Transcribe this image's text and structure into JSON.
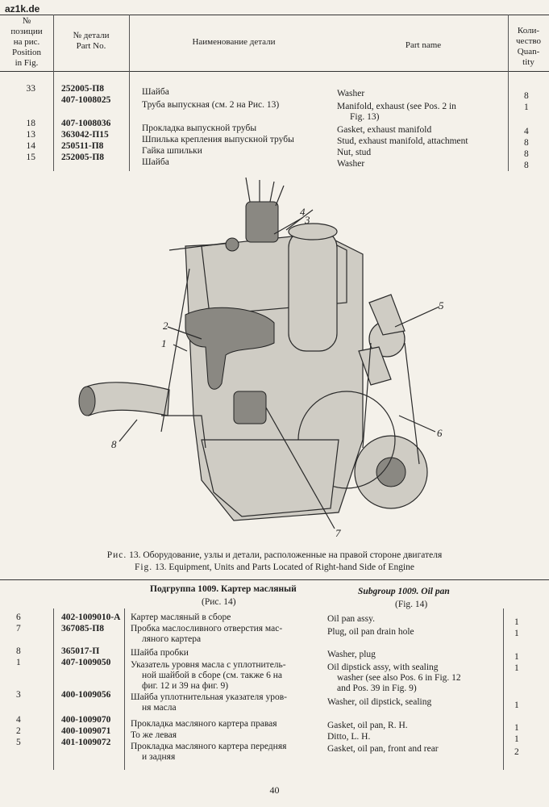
{
  "watermark": "az1k.de",
  "header": {
    "pos_ru": [
      "№",
      "позиции",
      "на рис."
    ],
    "pos_en": [
      "Position",
      "in Fig."
    ],
    "partno_ru": "№ детали",
    "partno_en": "Part No.",
    "name_ru": "Наименование детали",
    "name_en": "Part name",
    "qty": [
      "Коли-",
      "чество",
      "Quan-",
      "tity"
    ]
  },
  "top_rows": [
    {
      "pos": "33",
      "part": "252005-П8",
      "ru": "Шайба",
      "en": "Washer",
      "qty": "8"
    },
    {
      "pos": "",
      "part": "407-1008025",
      "ru": "Труба выпускная (см. 2 на Рис. 13)",
      "en": "Manifold, exhaust (see Pos. 2 in",
      "en2": "Fig. 13)",
      "qty": "1"
    },
    {
      "pos": "18",
      "part": "407-1008036",
      "ru": "Прокладка выпускной трубы",
      "en": "Gasket, exhaust manifold",
      "qty": "4"
    },
    {
      "pos": "13",
      "part": "363042-П15",
      "ru": "Шпилька крепления выпускной трубы",
      "en": "Stud, exhaust manifold, attachment",
      "qty": "8"
    },
    {
      "pos": "14",
      "part": "250511-П8",
      "ru": "Гайка шпильки",
      "en": "Nut, stud",
      "qty": "8"
    },
    {
      "pos": "15",
      "part": "252005-П8",
      "ru": "Шайба",
      "en": "Washer",
      "qty": "8"
    }
  ],
  "figure": {
    "labels": [
      "1",
      "2",
      "3",
      "4",
      "5",
      "6",
      "7",
      "8"
    ]
  },
  "caption": {
    "ru_prefix": "Рис.",
    "ru": "13. Оборудование, узлы и детали, расположенные на правой стороне двигателя",
    "en_prefix": "Fig.",
    "en": "13. Equipment, Units and Parts Located of Right-hand Side of Engine"
  },
  "subgroup": {
    "ru_title": "Подгруппа 1009. Картер масляный",
    "ru_fig": "(Рис. 14)",
    "en_title": "Subgroup 1009. Oil pan",
    "en_fig": "(Fig. 14)"
  },
  "bottom_rows": [
    {
      "pos": "6",
      "part": "402-1009010-А",
      "ru": [
        "Картер масляный в сборе"
      ],
      "en": [
        "Oil pan assy."
      ],
      "qty": "1"
    },
    {
      "pos": "7",
      "part": "367085-П8",
      "ru": [
        "Пробка маслосливного отверстия мас-",
        "ляного картера"
      ],
      "en": [
        "Plug, oil pan drain hole"
      ],
      "qty": "1"
    },
    {
      "pos": "8",
      "part": "365017-П",
      "ru": [
        "Шайба пробки"
      ],
      "en": [
        "Washer, plug"
      ],
      "qty": "1"
    },
    {
      "pos": "1",
      "part": "407-1009050",
      "ru": [
        "Указатель уровня масла с уплотнитель-",
        "ной шайбой в сборе (см. также 6 на",
        "фиг. 12 и 39 на фиг. 9)"
      ],
      "en": [
        "Oil dipstick assy, with sealing",
        "washer (see also Pos. 6 in Fig. 12",
        "and Pos. 39 in Fig. 9)"
      ],
      "qty": "1"
    },
    {
      "pos": "3",
      "part": "400-1009056",
      "ru": [
        "Шайба уплотнительная указателя уров-",
        "ня масла"
      ],
      "en": [
        "Washer, oil dipstick, sealing"
      ],
      "qty": "1"
    },
    {
      "pos": "4",
      "part": "400-1009070",
      "ru": [
        "Прокладка масляного картера правая"
      ],
      "en": [
        "Gasket, oil pan, R. H."
      ],
      "qty": "1"
    },
    {
      "pos": "2",
      "part": "400-1009071",
      "ru": [
        "То же левая"
      ],
      "en": [
        "Ditto, L. H."
      ],
      "qty": "1"
    },
    {
      "pos": "5",
      "part": "401-1009072",
      "ru": [
        "Прокладка масляного картера передняя",
        "и задняя"
      ],
      "en": [
        "Gasket, oil pan, front and rear"
      ],
      "qty": "2"
    }
  ],
  "page_number": "40"
}
